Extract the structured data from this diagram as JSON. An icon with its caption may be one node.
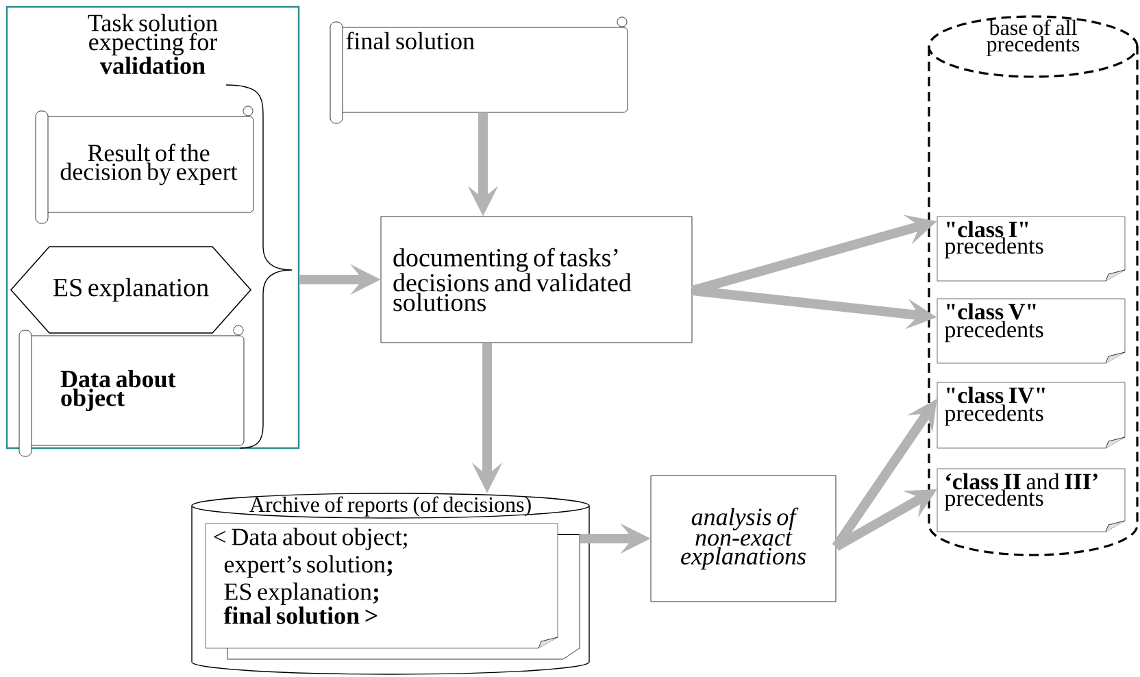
{
  "diagram": {
    "nodes": [
      {
        "text": [
          "Task solution expecting for **validation**"
        ]
      },
      {
        "text": [
          "Result of the decision by expert"
        ],
        "in": 0
      },
      {
        "text": [
          "ES explanation"
        ],
        "in": 0
      },
      {
        "text": [
          "Data about object"
        ],
        "in": 0
      },
      {
        "text": [
          "final solution"
        ]
      },
      {
        "text": [
          "documenting of tasks’ decisions and validated solutions"
        ]
      },
      {
        "text": [
          "Archive of reports (of decisions)"
        ]
      },
      {
        "text": [
          "< Data about object;",
          "expert’s solution**;**",
          "ES explanation**;**",
          "final solution >"
        ],
        "in": 6
      },
      {
        "text": [
          "analysis of non-exact explanations"
        ]
      },
      {
        "text": [
          "base of all precedents"
        ]
      },
      {
        "text": [
          "\"class I\"",
          "precedents"
        ],
        "in": 9
      },
      {
        "text": [
          "\"class V\"",
          "precedents"
        ],
        "in": 9
      },
      {
        "text": [
          "\"class IV\"",
          "precedents"
        ],
        "in": 9
      },
      {
        "text": [
          "**‘class II** and **III’**",
          "precedents"
        ],
        "in": 9
      }
    ],
    "edges": [
      {
        "from": 0,
        "to": 5,
        "arrow": "to"
      },
      {
        "from": 4,
        "to": 5,
        "arrow": "to"
      },
      {
        "from": 5,
        "to": 10,
        "arrow": "to"
      },
      {
        "from": 5,
        "to": 11,
        "arrow": "to"
      },
      {
        "from": 5,
        "to": 6,
        "arrow": "to"
      },
      {
        "from": 7,
        "to": 8,
        "arrow": "to"
      },
      {
        "from": 8,
        "to": 12,
        "arrow": "to"
      },
      {
        "from": 8,
        "to": 13,
        "arrow": "to"
      }
    ]
  }
}
